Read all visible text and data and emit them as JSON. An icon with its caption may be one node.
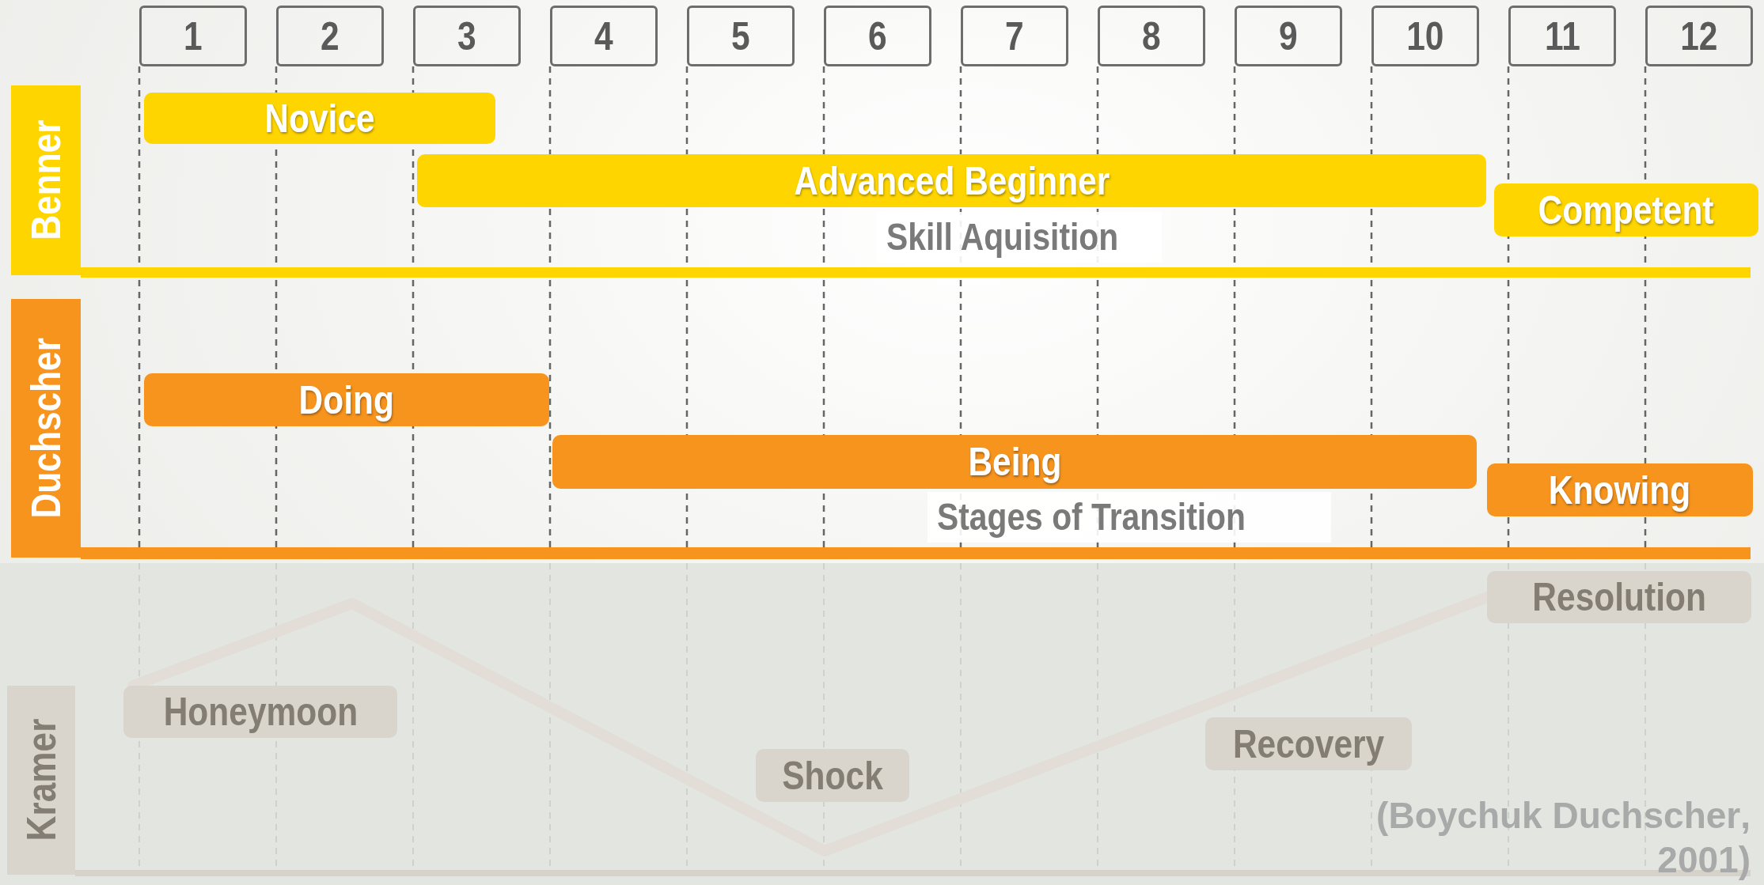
{
  "diagram": {
    "caption": "(Boychuk **Duchscher**, 2001)",
    "nodes": [
      {
        "text": [
          "1"
        ]
      },
      {
        "text": [
          "2"
        ]
      },
      {
        "text": [
          "3"
        ]
      },
      {
        "text": [
          "4"
        ]
      },
      {
        "text": [
          "5"
        ]
      },
      {
        "text": [
          "6"
        ]
      },
      {
        "text": [
          "7"
        ]
      },
      {
        "text": [
          "8"
        ]
      },
      {
        "text": [
          "9"
        ]
      },
      {
        "text": [
          "10"
        ]
      },
      {
        "text": [
          "11"
        ]
      },
      {
        "text": [
          "12"
        ]
      },
      {
        "text": [
          "Benner"
        ]
      },
      {
        "text": [
          "Novice"
        ]
      },
      {
        "text": [
          "Advanced Beginner"
        ]
      },
      {
        "text": [
          "Competent"
        ]
      },
      {
        "text": [
          "Duchscher"
        ]
      },
      {
        "text": [
          "Doing"
        ]
      },
      {
        "text": [
          "Being"
        ]
      },
      {
        "text": [
          "Knowing"
        ]
      },
      {
        "text": [
          "Kramer"
        ]
      },
      {
        "text": [
          "Resolution"
        ]
      },
      {
        "text": [
          "Honeymoon"
        ]
      },
      {
        "text": [
          "Shock"
        ]
      },
      {
        "text": [
          "Recovery"
        ]
      }
    ],
    "edges": [
      {
        "from": 22,
        "to": 21,
        "arrow": "none"
      }
    ],
    "labels": [
      "Skill Aquisition",
      "Stages of Transition"
    ]
  }
}
